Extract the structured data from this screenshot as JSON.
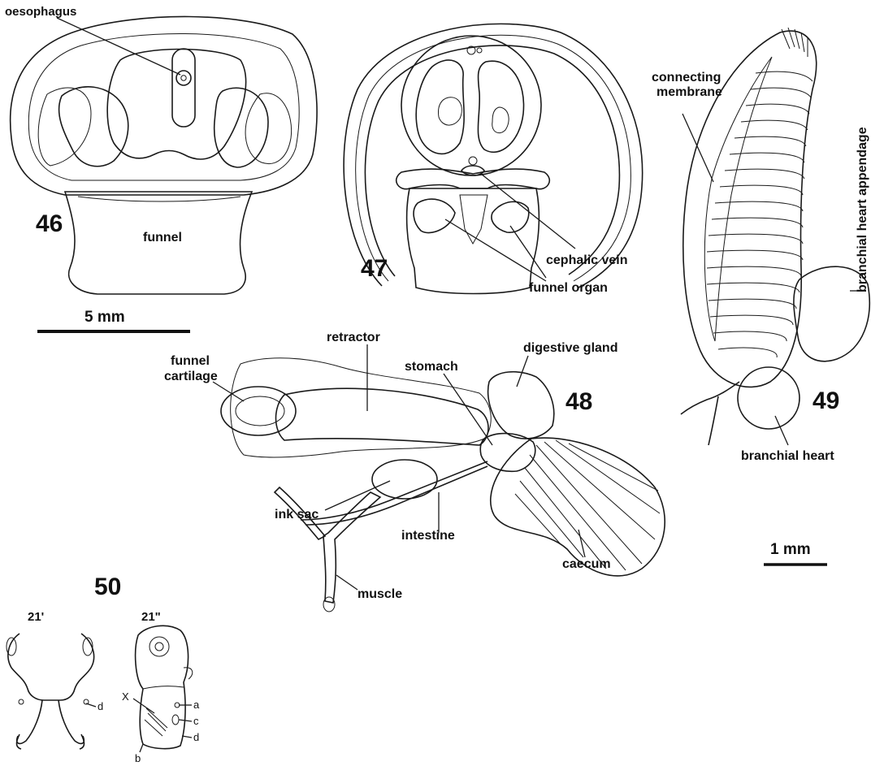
{
  "figure_numbers": {
    "f46": "46",
    "f47": "47",
    "f48": "48",
    "f49": "49",
    "f50": "50"
  },
  "fig46": {
    "oesophagus": "oesophagus",
    "funnel": "funnel"
  },
  "fig47": {
    "cephalic_vein": "cephalic vein",
    "funnel_organ": "funnel organ"
  },
  "fig48": {
    "retractor": "retractor",
    "funnel_cartilage_1": "funnel",
    "funnel_cartilage_2": "cartilage",
    "stomach": "stomach",
    "digestive_gland": "digestive gland",
    "ink_sac": "ink sac",
    "intestine": "intestine",
    "muscle": "muscle",
    "caecum": "caecum"
  },
  "fig49": {
    "connecting_membrane_1": "connecting",
    "connecting_membrane_2": "membrane",
    "branchial_heart_appendage": "branchial heart appendage",
    "branchial_heart": "branchial heart"
  },
  "fig50": {
    "stage_a": "21'",
    "stage_b": "21\"",
    "d1": "d",
    "x": "X",
    "a": "a",
    "c": "c",
    "d2": "d",
    "b": "b"
  },
  "scale_bars": {
    "five_mm": "5 mm",
    "one_mm": "1 mm"
  }
}
